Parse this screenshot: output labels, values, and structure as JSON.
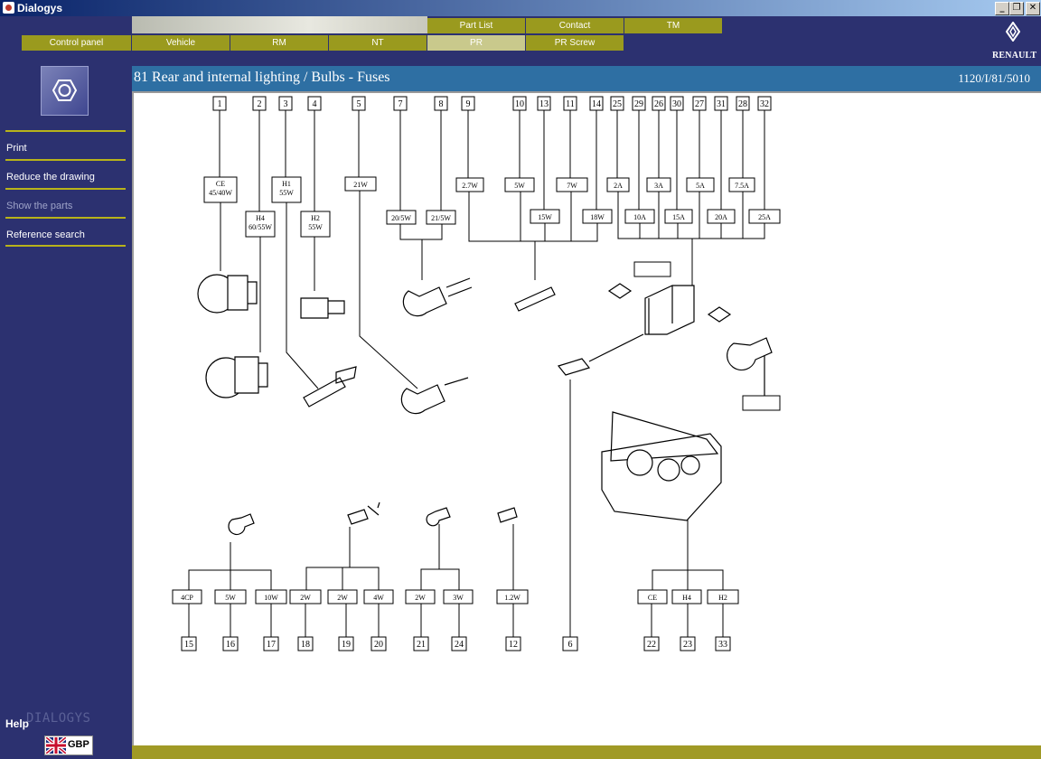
{
  "window": {
    "title": "Dialogys"
  },
  "tabs_top": [
    {
      "label": "Part List",
      "active": false
    },
    {
      "label": "Contact",
      "active": false
    },
    {
      "label": "TM",
      "active": false
    }
  ],
  "tabs_bottom": [
    {
      "label": "Control panel",
      "active": false
    },
    {
      "label": "Vehicle",
      "active": false
    },
    {
      "label": "RM",
      "active": false
    },
    {
      "label": "NT",
      "active": false
    },
    {
      "label": "PR",
      "active": true
    },
    {
      "label": "PR Screw",
      "active": false
    }
  ],
  "brand": {
    "name": "RENAULT"
  },
  "sidebar": {
    "items": [
      {
        "label": "Print",
        "enabled": true
      },
      {
        "label": "Reduce the drawing",
        "enabled": true
      },
      {
        "label": "Show the parts",
        "enabled": false
      },
      {
        "label": "Reference search",
        "enabled": true
      }
    ],
    "help_label": "Help",
    "wordmark": "DIALOGYS",
    "language": "GBP"
  },
  "page": {
    "title": "81 Rear and internal lighting / Bulbs - Fuses",
    "reference": "1120/I/81/5010"
  },
  "diagram": {
    "top_refs": [
      "1",
      "2",
      "3",
      "4",
      "5",
      "7",
      "8",
      "9",
      "10",
      "13",
      "11",
      "14",
      "25",
      "29",
      "26",
      "30",
      "27",
      "31",
      "28",
      "32"
    ],
    "bulb_labels": [
      "CE 45/40W",
      "H4 60/55W",
      "H1 55W",
      "H2 55W",
      "21W",
      "20/5W",
      "21/5W",
      "2.7W",
      "5W",
      "15W",
      "7W",
      "18W"
    ],
    "fuse_labels": [
      "2A",
      "3A",
      "5A",
      "7.5A",
      "10A",
      "15A",
      "20A",
      "25A"
    ],
    "bottom_values": [
      "4CP",
      "5W",
      "10W",
      "2W",
      "2W",
      "4W",
      "2W",
      "3W",
      "1.2W",
      "CE",
      "H4",
      "H2"
    ],
    "bottom_refs": [
      "15",
      "16",
      "17",
      "18",
      "19",
      "20",
      "21",
      "24",
      "12",
      "6",
      "22",
      "23",
      "33"
    ]
  },
  "colors": {
    "accent_olive": "#9a9a1e",
    "panel_blue": "#2c3170",
    "title_blue": "#2e6fa3"
  }
}
